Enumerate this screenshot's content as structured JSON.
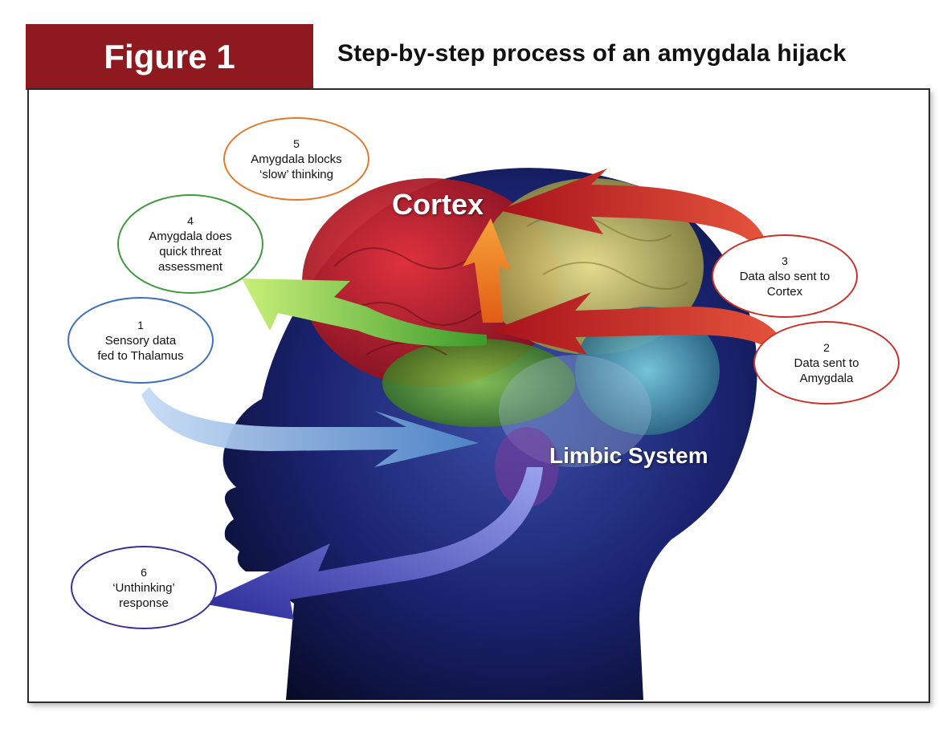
{
  "header": {
    "figure_label": "Figure 1",
    "title": "Step-by-step process of an amygdala hijack"
  },
  "regions": {
    "cortex": "Cortex",
    "limbic": "Limbic System"
  },
  "steps": [
    {
      "number": "1",
      "line1": "Sensory data",
      "line2": "fed to Thalamus",
      "line3": "",
      "color": "#3f6fb8"
    },
    {
      "number": "2",
      "line1": "Data sent to",
      "line2": "Amygdala",
      "line3": "",
      "color": "#c8312c"
    },
    {
      "number": "3",
      "line1": "Data also sent to",
      "line2": "Cortex",
      "line3": "",
      "color": "#c8312c"
    },
    {
      "number": "4",
      "line1": "Amygdala does",
      "line2": "quick threat",
      "line3": "assessment",
      "color": "#3d9a3d"
    },
    {
      "number": "5",
      "line1": "Amygdala blocks",
      "line2": "‘slow’ thinking",
      "line3": "",
      "color": "#e07a2a"
    },
    {
      "number": "6",
      "line1": "‘Unthinking’",
      "line2": "response",
      "line3": "",
      "color": "#3a2f96"
    }
  ]
}
